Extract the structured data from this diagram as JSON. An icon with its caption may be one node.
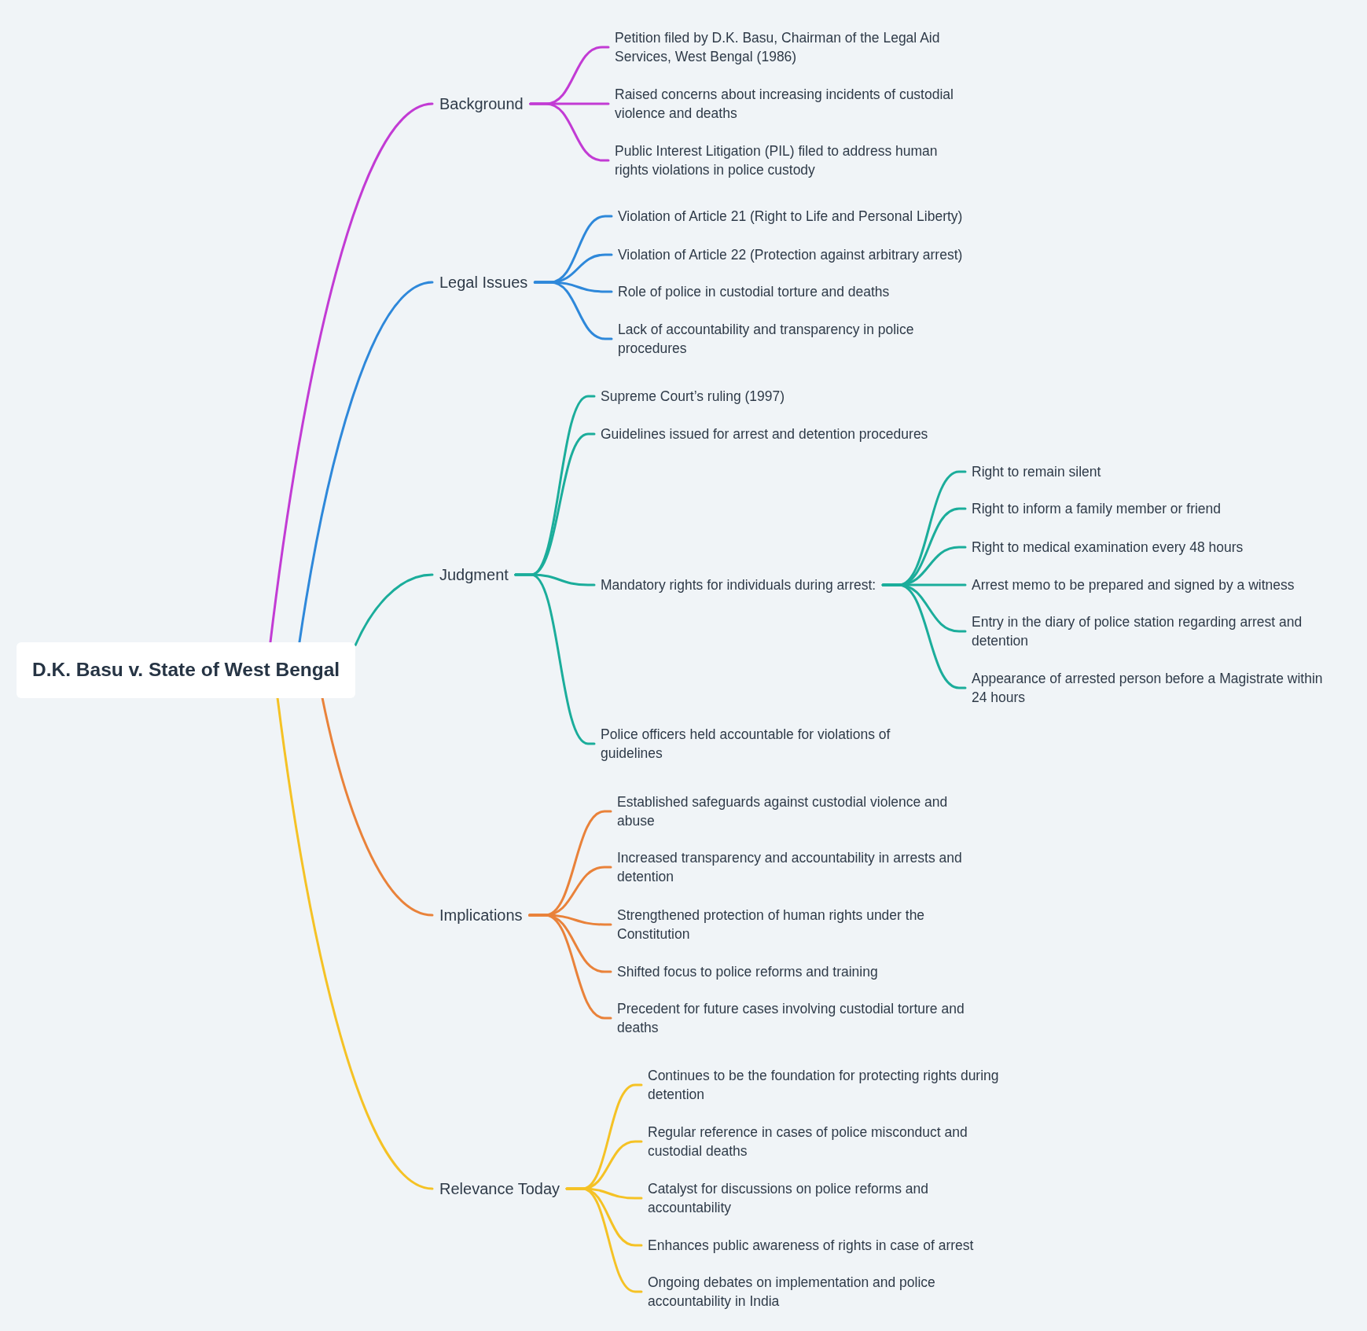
{
  "diagram": {
    "nodes": [
      {
        "text": [
          "D.K. Basu v. State of West Bengal"
        ]
      },
      {
        "text": [
          "Background"
        ]
      },
      {
        "text": [
          "Petition filed by D.K. Basu, Chairman of the Legal Aid Services, West Bengal (1986)"
        ]
      },
      {
        "text": [
          "Raised concerns about increasing incidents of custodial violence and deaths"
        ]
      },
      {
        "text": [
          "Public Interest Litigation (PIL) filed to address human rights violations in police custody"
        ]
      },
      {
        "text": [
          "Legal Issues"
        ]
      },
      {
        "text": [
          "Violation of Article 21 (Right to Life and Personal Liberty)"
        ]
      },
      {
        "text": [
          "Violation of Article 22 (Protection against arbitrary arrest)"
        ]
      },
      {
        "text": [
          "Role of police in custodial torture and deaths"
        ]
      },
      {
        "text": [
          "Lack of accountability and transparency in police procedures"
        ]
      },
      {
        "text": [
          "Judgment"
        ]
      },
      {
        "text": [
          "Supreme Court’s ruling (1997)"
        ]
      },
      {
        "text": [
          "Guidelines issued for arrest and detention procedures"
        ]
      },
      {
        "text": [
          "Mandatory rights for individuals during arrest:"
        ]
      },
      {
        "text": [
          "Right to remain silent"
        ]
      },
      {
        "text": [
          "Right to inform a family member or friend"
        ]
      },
      {
        "text": [
          "Right to medical examination every 48 hours"
        ]
      },
      {
        "text": [
          "Arrest memo to be prepared and signed by a witness"
        ]
      },
      {
        "text": [
          "Entry in the diary of police station regarding arrest and detention"
        ]
      },
      {
        "text": [
          "Appearance of arrested person before a Magistrate within 24 hours"
        ]
      },
      {
        "text": [
          "Police officers held accountable for violations of guidelines"
        ]
      },
      {
        "text": [
          "Implications"
        ]
      },
      {
        "text": [
          "Established safeguards against custodial violence and abuse"
        ]
      },
      {
        "text": [
          "Increased transparency and accountability in arrests and detention"
        ]
      },
      {
        "text": [
          "Strengthened protection of human rights under the Constitution"
        ]
      },
      {
        "text": [
          "Shifted focus to police reforms and training"
        ]
      },
      {
        "text": [
          "Precedent for future cases involving custodial torture and deaths"
        ]
      },
      {
        "text": [
          "Relevance Today"
        ]
      },
      {
        "text": [
          "Continues to be the foundation for protecting rights during detention"
        ]
      },
      {
        "text": [
          "Regular reference in cases of police misconduct and custodial deaths"
        ]
      },
      {
        "text": [
          "Catalyst for discussions on police reforms and accountability"
        ]
      },
      {
        "text": [
          "Enhances public awareness of rights in case of arrest"
        ]
      },
      {
        "text": [
          "Ongoing debates on implementation and police accountability in India"
        ]
      }
    ],
    "edges": [
      {
        "from": 0,
        "to": 1,
        "arrow": "none",
        "color": "#c23bd4"
      },
      {
        "from": 0,
        "to": 5,
        "arrow": "none",
        "color": "#2e88da"
      },
      {
        "from": 0,
        "to": 10,
        "arrow": "none",
        "color": "#1bad9b"
      },
      {
        "from": 0,
        "to": 21,
        "arrow": "none",
        "color": "#e9823a"
      },
      {
        "from": 0,
        "to": 27,
        "arrow": "none",
        "color": "#f5c225"
      },
      {
        "from": 1,
        "to": 2,
        "arrow": "none",
        "color": "#c23bd4"
      },
      {
        "from": 1,
        "to": 3,
        "arrow": "none",
        "color": "#c23bd4"
      },
      {
        "from": 1,
        "to": 4,
        "arrow": "none",
        "color": "#c23bd4"
      },
      {
        "from": 5,
        "to": 6,
        "arrow": "none",
        "color": "#2e88da"
      },
      {
        "from": 5,
        "to": 7,
        "arrow": "none",
        "color": "#2e88da"
      },
      {
        "from": 5,
        "to": 8,
        "arrow": "none",
        "color": "#2e88da"
      },
      {
        "from": 5,
        "to": 9,
        "arrow": "none",
        "color": "#2e88da"
      },
      {
        "from": 10,
        "to": 11,
        "arrow": "none",
        "color": "#1bad9b"
      },
      {
        "from": 10,
        "to": 12,
        "arrow": "none",
        "color": "#1bad9b"
      },
      {
        "from": 10,
        "to": 13,
        "arrow": "none",
        "color": "#1bad9b"
      },
      {
        "from": 10,
        "to": 20,
        "arrow": "none",
        "color": "#1bad9b"
      },
      {
        "from": 13,
        "to": 14,
        "arrow": "none",
        "color": "#1bad9b"
      },
      {
        "from": 13,
        "to": 15,
        "arrow": "none",
        "color": "#1bad9b"
      },
      {
        "from": 13,
        "to": 16,
        "arrow": "none",
        "color": "#1bad9b"
      },
      {
        "from": 13,
        "to": 17,
        "arrow": "none",
        "color": "#1bad9b"
      },
      {
        "from": 13,
        "to": 18,
        "arrow": "none",
        "color": "#1bad9b"
      },
      {
        "from": 13,
        "to": 19,
        "arrow": "none",
        "color": "#1bad9b"
      },
      {
        "from": 21,
        "to": 22,
        "arrow": "none",
        "color": "#e9823a"
      },
      {
        "from": 21,
        "to": 23,
        "arrow": "none",
        "color": "#e9823a"
      },
      {
        "from": 21,
        "to": 24,
        "arrow": "none",
        "color": "#e9823a"
      },
      {
        "from": 21,
        "to": 25,
        "arrow": "none",
        "color": "#e9823a"
      },
      {
        "from": 21,
        "to": 26,
        "arrow": "none",
        "color": "#e9823a"
      },
      {
        "from": 27,
        "to": 28,
        "arrow": "none",
        "color": "#f5c225"
      },
      {
        "from": 27,
        "to": 29,
        "arrow": "none",
        "color": "#f5c225"
      },
      {
        "from": 27,
        "to": 30,
        "arrow": "none",
        "color": "#f5c225"
      },
      {
        "from": 27,
        "to": 31,
        "arrow": "none",
        "color": "#f5c225"
      },
      {
        "from": 27,
        "to": 32,
        "arrow": "none",
        "color": "#f5c225"
      }
    ]
  }
}
